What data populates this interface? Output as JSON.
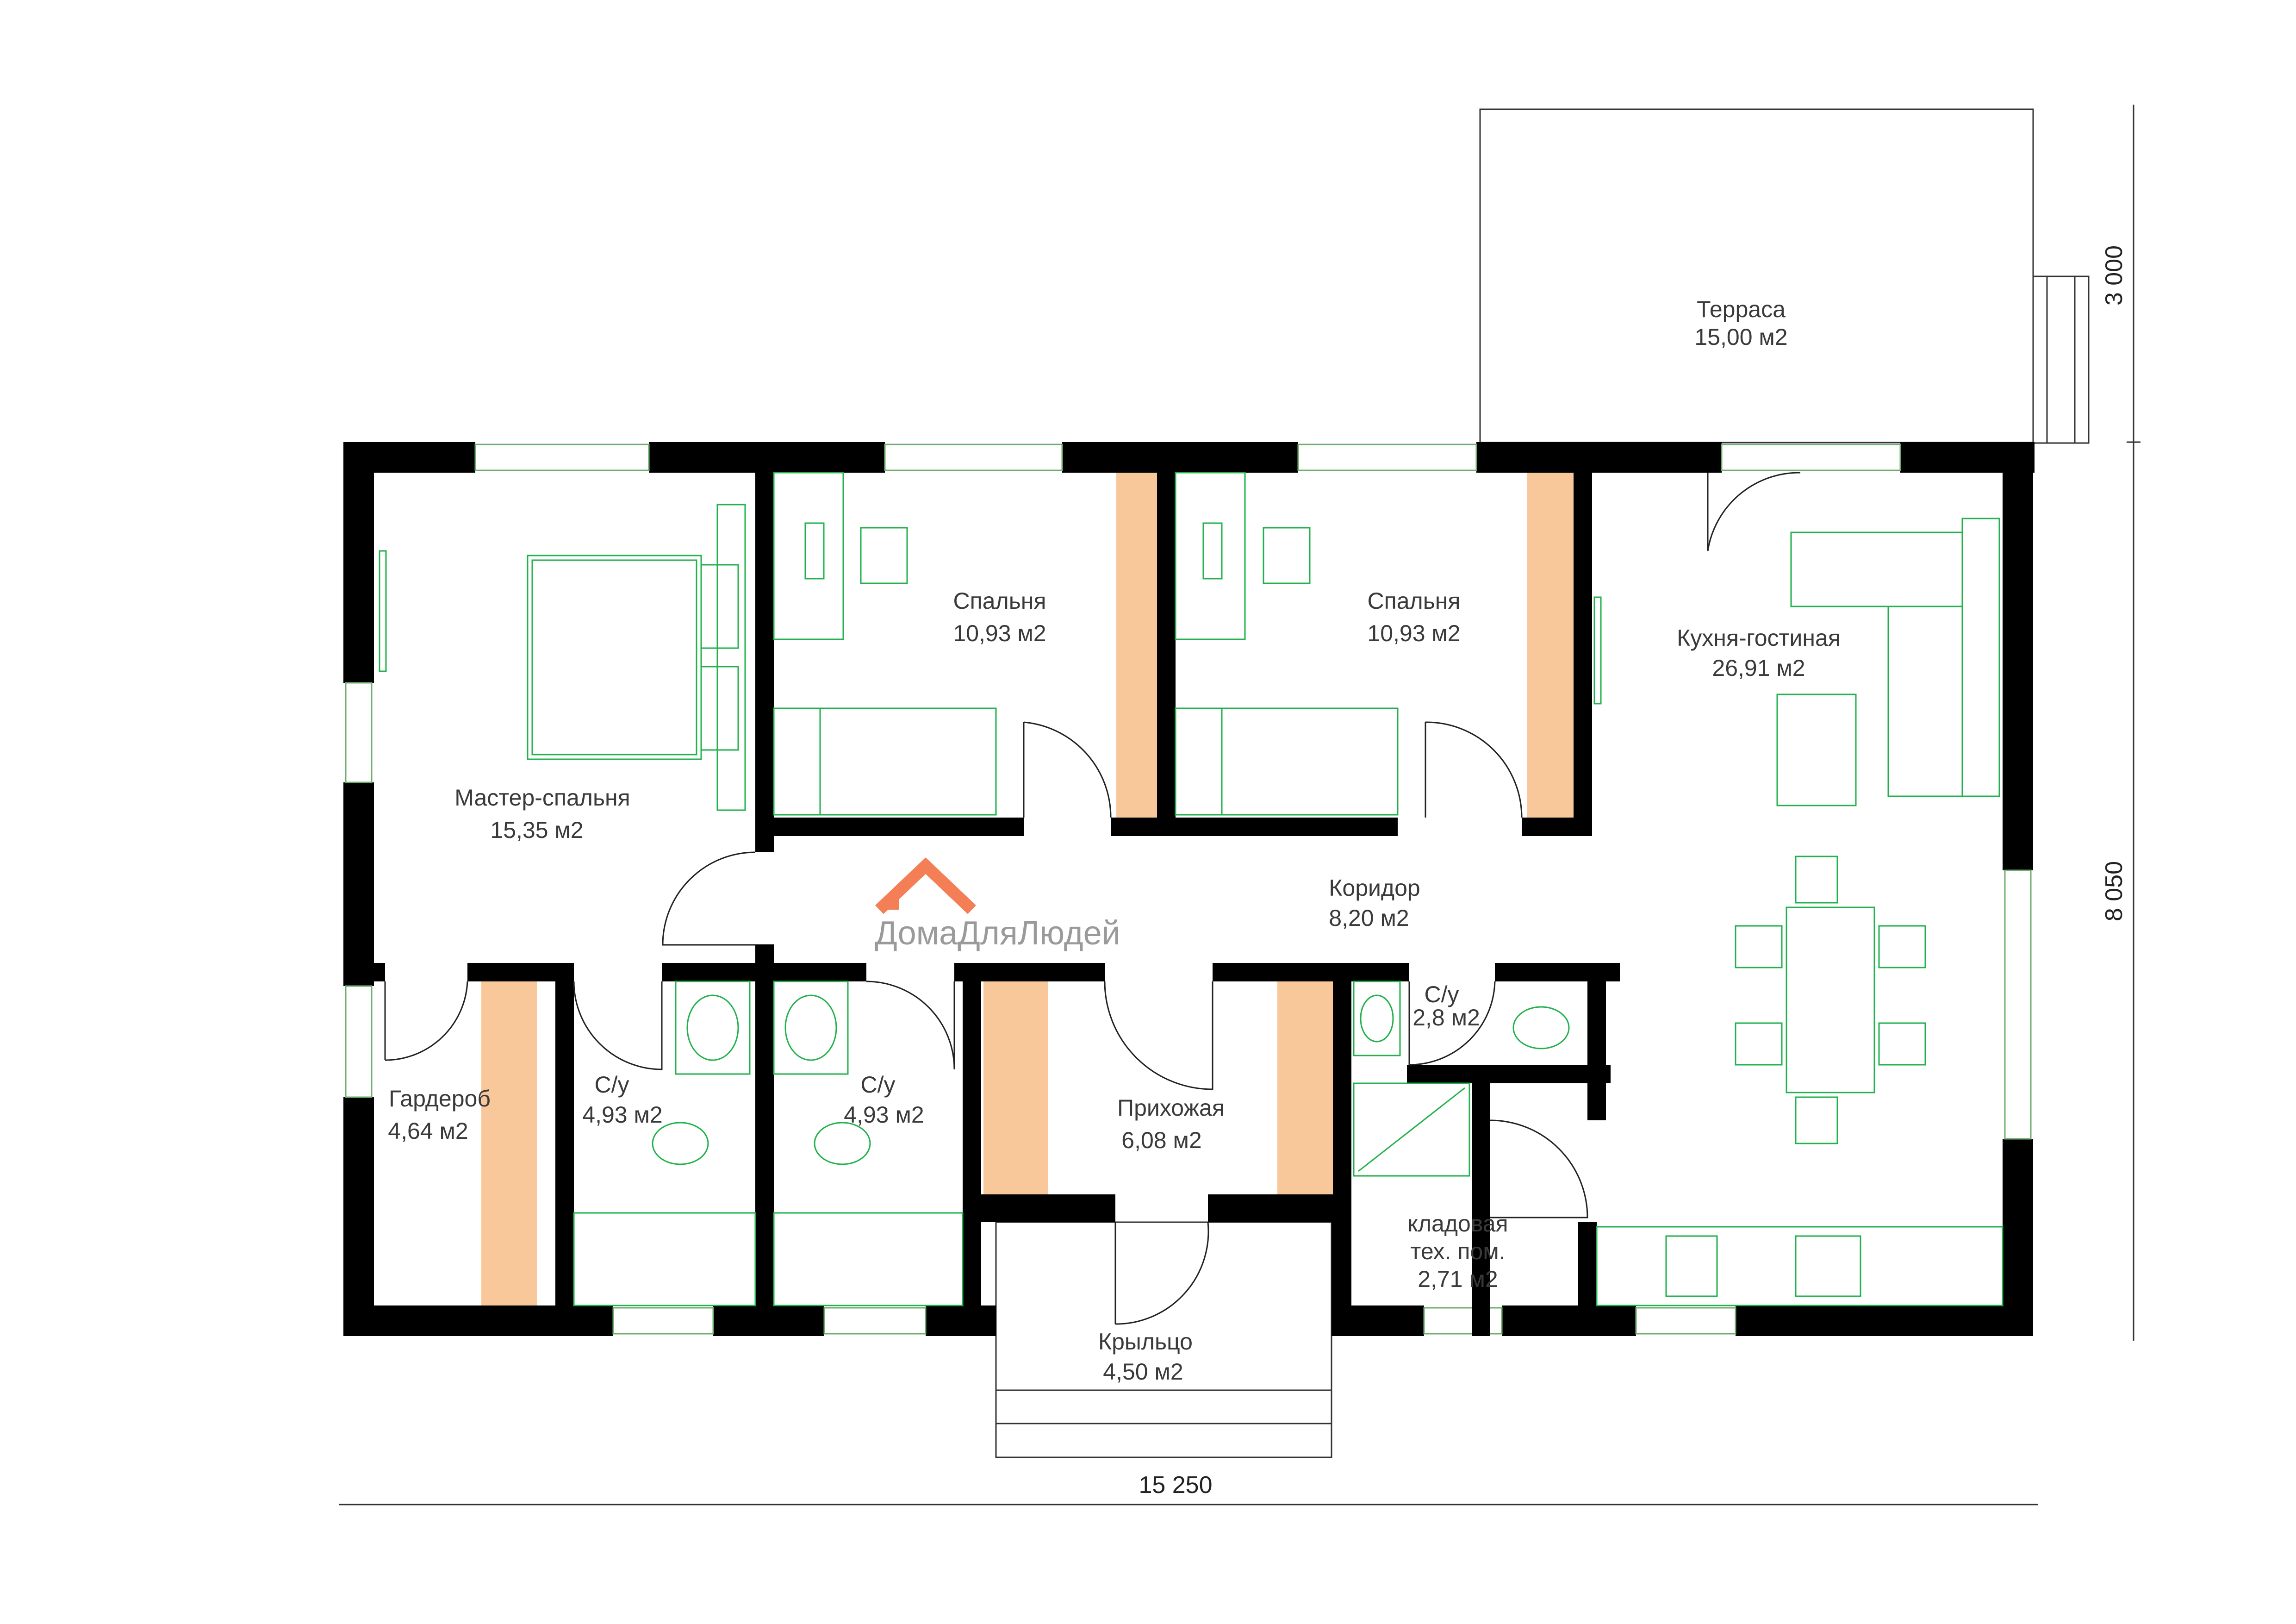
{
  "watermark": {
    "text": "ДомаДляЛюдей",
    "color": "#f47e55"
  },
  "dimensions": {
    "width": "15 250",
    "depth": "8 050",
    "terrace_depth": "3 000"
  },
  "colors": {
    "wall": "#000000",
    "column": "#f9c89a",
    "furniture": "#22b14c"
  },
  "rooms": [
    {
      "name": "Терраса",
      "area": "15,00 м2"
    },
    {
      "name": "Спальня",
      "area": "10,93 м2"
    },
    {
      "name": "Спальня",
      "area": "10,93 м2"
    },
    {
      "name": "Кухня-гостиная",
      "area": "26,91 м2"
    },
    {
      "name": "Мастер-спальня",
      "area": "15,35 м2"
    },
    {
      "name": "Коридор",
      "area": "8,20 м2"
    },
    {
      "name": "С/у",
      "area": "2,8 м2"
    },
    {
      "name": "Гардероб",
      "area": "4,64 м2"
    },
    {
      "name": "С/у",
      "area": "4,93 м2"
    },
    {
      "name": "С/у",
      "area": "4,93 м2"
    },
    {
      "name": "Прихожая",
      "area": "6,08 м2"
    },
    {
      "name": "кладовая",
      "area": "тех. пом.",
      "extra": "2,71 м2"
    },
    {
      "name": "Крыльцо",
      "area": "4,50 м2"
    }
  ]
}
